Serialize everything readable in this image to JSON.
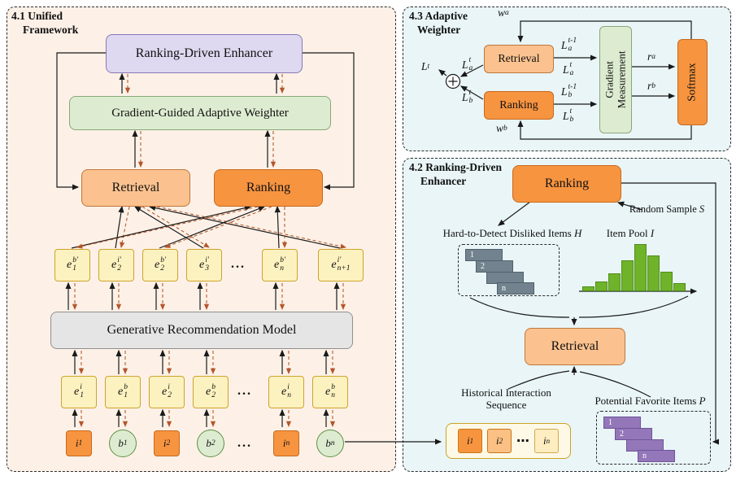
{
  "colors": {
    "panel_left_bg": "#fdf1e7",
    "panel_right_bg": "#e9f5f7",
    "enhancer_purple": "#ded8f0",
    "weighter_green": "#ddecd1",
    "retrieval_orange": "#fbc28f",
    "ranking_orange": "#f79440",
    "model_gray": "#e5e5e5",
    "token_yellow": "#fcf2c0",
    "hist_green": "#6fb32a",
    "disliked_gray": "#72838f",
    "favorite_purple": "#9377b8",
    "dashed_arrow": "#b3562b"
  },
  "p41": {
    "title_l1": "4.1 Unified",
    "title_l2": "Framework",
    "enhancer_label": "Ranking-Driven Enhancer",
    "weighter_label": "Gradient-Guided Adaptive Weighter",
    "retrieval_label": "Retrieval",
    "ranking_label": "Ranking",
    "model_label": "Generative Recommendation Model",
    "dots": "...",
    "top_tokens": [
      {
        "b": "e",
        "sup": "b′",
        "sub": "1"
      },
      {
        "b": "e",
        "sup": "i′",
        "sub": "2"
      },
      {
        "b": "e",
        "sup": "b′",
        "sub": "2"
      },
      {
        "b": "e",
        "sup": "i′",
        "sub": "3"
      },
      {
        "b": "e",
        "sup": "b′",
        "sub": "n"
      },
      {
        "b": "e",
        "sup": "i′",
        "sub": "n+1"
      }
    ],
    "bottom_tokens": [
      {
        "b": "e",
        "sup": "i",
        "sub": "1"
      },
      {
        "b": "e",
        "sup": "b",
        "sub": "1"
      },
      {
        "b": "e",
        "sup": "i",
        "sub": "2"
      },
      {
        "b": "e",
        "sup": "b",
        "sub": "2"
      },
      {
        "b": "e",
        "sup": "i",
        "sub": "n"
      },
      {
        "b": "e",
        "sup": "b",
        "sub": "n"
      }
    ],
    "inputs": [
      {
        "b": "i",
        "sub": "1"
      },
      {
        "b": "b",
        "sub": "1"
      },
      {
        "b": "i",
        "sub": "2"
      },
      {
        "b": "b",
        "sub": "2"
      },
      {
        "b": "i",
        "sub": "n"
      },
      {
        "b": "b",
        "sub": "n"
      }
    ]
  },
  "p43": {
    "title_l1": "4.3 Adaptive",
    "title_l2": "Weighter",
    "retrieval_label": "Retrieval",
    "ranking_label": "Ranking",
    "gradient_l1": "Gradient",
    "gradient_l2": "Measurement",
    "softmax_label": "Softmax",
    "w_a": {
      "b": "w",
      "sub": "a"
    },
    "w_b": {
      "b": "w",
      "sub": "b"
    },
    "L_t": {
      "b": "L",
      "sup": "t"
    },
    "L_a_t_left": {
      "b": "L",
      "sup": "t",
      "sub": "a"
    },
    "L_b_t_left": {
      "b": "L",
      "sup": "t",
      "sub": "b"
    },
    "L_a_tm1": {
      "b": "L",
      "sup": "t-1",
      "sub": "a"
    },
    "L_a_t": {
      "b": "L",
      "sup": "t",
      "sub": "a"
    },
    "L_b_tm1": {
      "b": "L",
      "sup": "t-1",
      "sub": "b"
    },
    "L_b_t": {
      "b": "L",
      "sup": "t",
      "sub": "b"
    },
    "r_a": {
      "b": "r",
      "sub": "a"
    },
    "r_b": {
      "b": "r",
      "sub": "b"
    }
  },
  "p42": {
    "title_l1": "4.2 Ranking-Driven",
    "title_l2": "Enhancer",
    "ranking_label": "Ranking",
    "retrieval_label": "Retrieval",
    "random_sample_text": "Random Sample ",
    "random_sample_var": "S",
    "hard_text": "Hard-to-Detect Disliked Items ",
    "hard_var": "H",
    "item_pool_text": "Item Pool ",
    "item_pool_var": "I",
    "historical_l1": "Historical Interaction",
    "historical_l2": "Sequence",
    "potential_text": "Potential Favorite Items ",
    "potential_var": "P",
    "disliked_items": [
      "1",
      "2",
      "",
      "n"
    ],
    "favorite_items": [
      "1",
      "2",
      "",
      "n"
    ],
    "seq_items": [
      {
        "b": "i",
        "sub": "1"
      },
      {
        "b": "i",
        "sub": "2"
      },
      {
        "b": "i",
        "sub": "n"
      }
    ],
    "seq_dots": "⋯",
    "histogram": {
      "values": [
        6,
        12,
        22,
        38,
        58,
        44,
        24,
        10
      ]
    }
  }
}
